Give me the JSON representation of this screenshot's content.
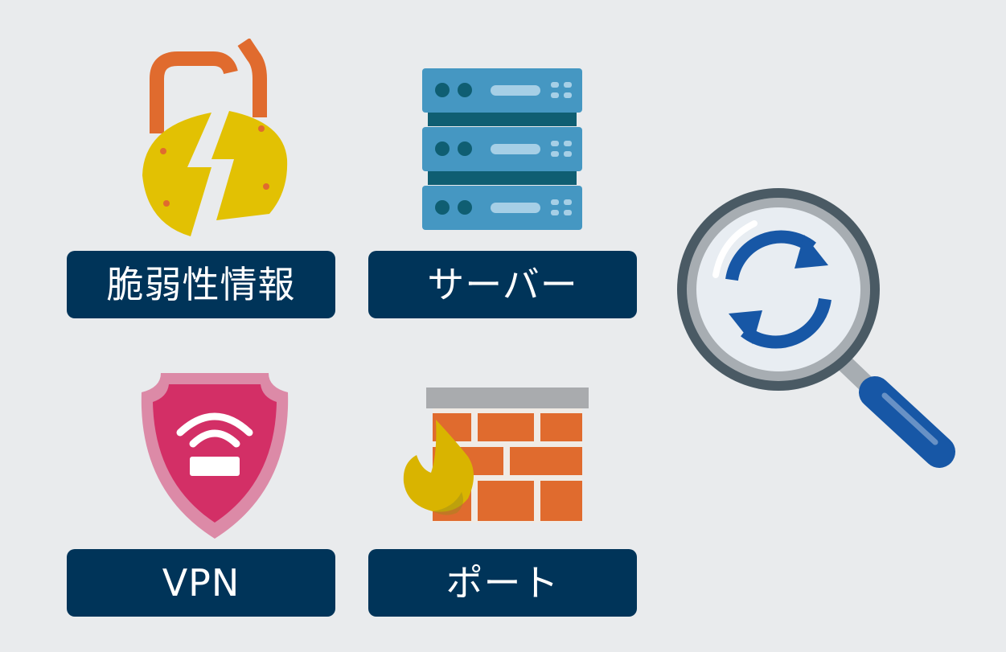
{
  "labels": {
    "vulnerability": "脆弱性情報",
    "server": "サーバー",
    "vpn": "VPN",
    "port": "ポート"
  },
  "colors": {
    "background": "#e9ebed",
    "label_bg": "#003459",
    "label_text": "#ffffff",
    "lock_shackle": "#e06b2e",
    "lock_body": "#e2c103",
    "server_light": "#4597c2",
    "server_dark": "#0f5e72",
    "shield_outer": "#dc8aa7",
    "shield_inner": "#d32f66",
    "brick": "#e06b2e",
    "flame": "#d9b400",
    "magnifier_rim": "#4a5a64",
    "magnifier_handle": "#1757a6",
    "refresh_arrows": "#1757a6"
  },
  "icons": {
    "vulnerability": "broken-padlock-icon",
    "server": "server-rack-icon",
    "vpn": "shield-wifi-icon",
    "port": "firewall-icon",
    "scan": "magnifier-refresh-icon"
  }
}
